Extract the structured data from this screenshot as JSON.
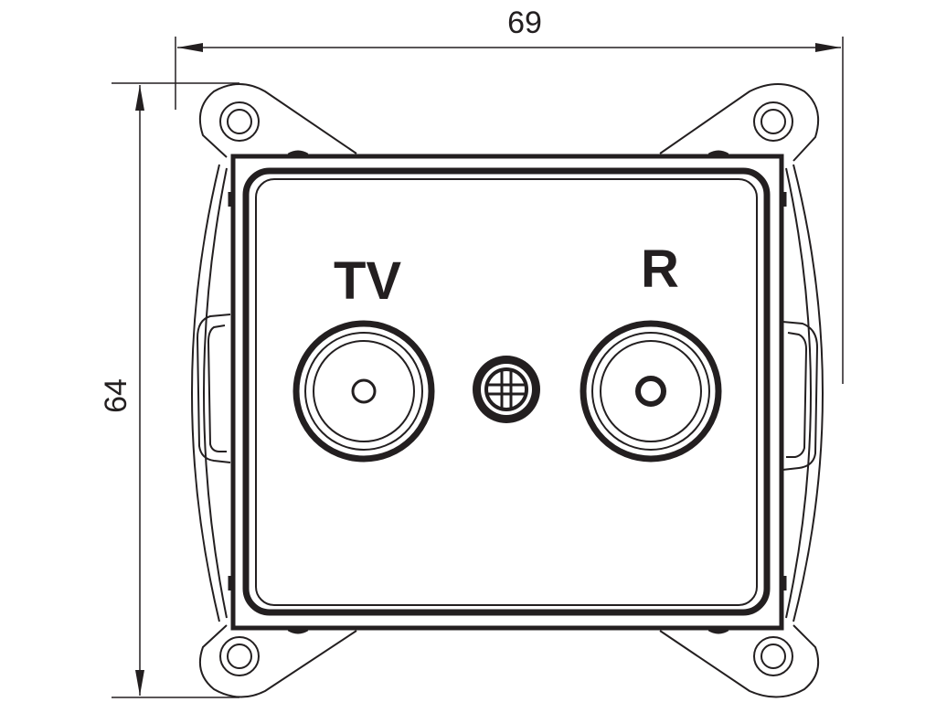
{
  "dimensions": {
    "width_label": "69",
    "height_label": "64"
  },
  "ports": {
    "tv_label": "TV",
    "r_label": "R"
  },
  "colors": {
    "line": "#231f20",
    "background": "#ffffff"
  }
}
